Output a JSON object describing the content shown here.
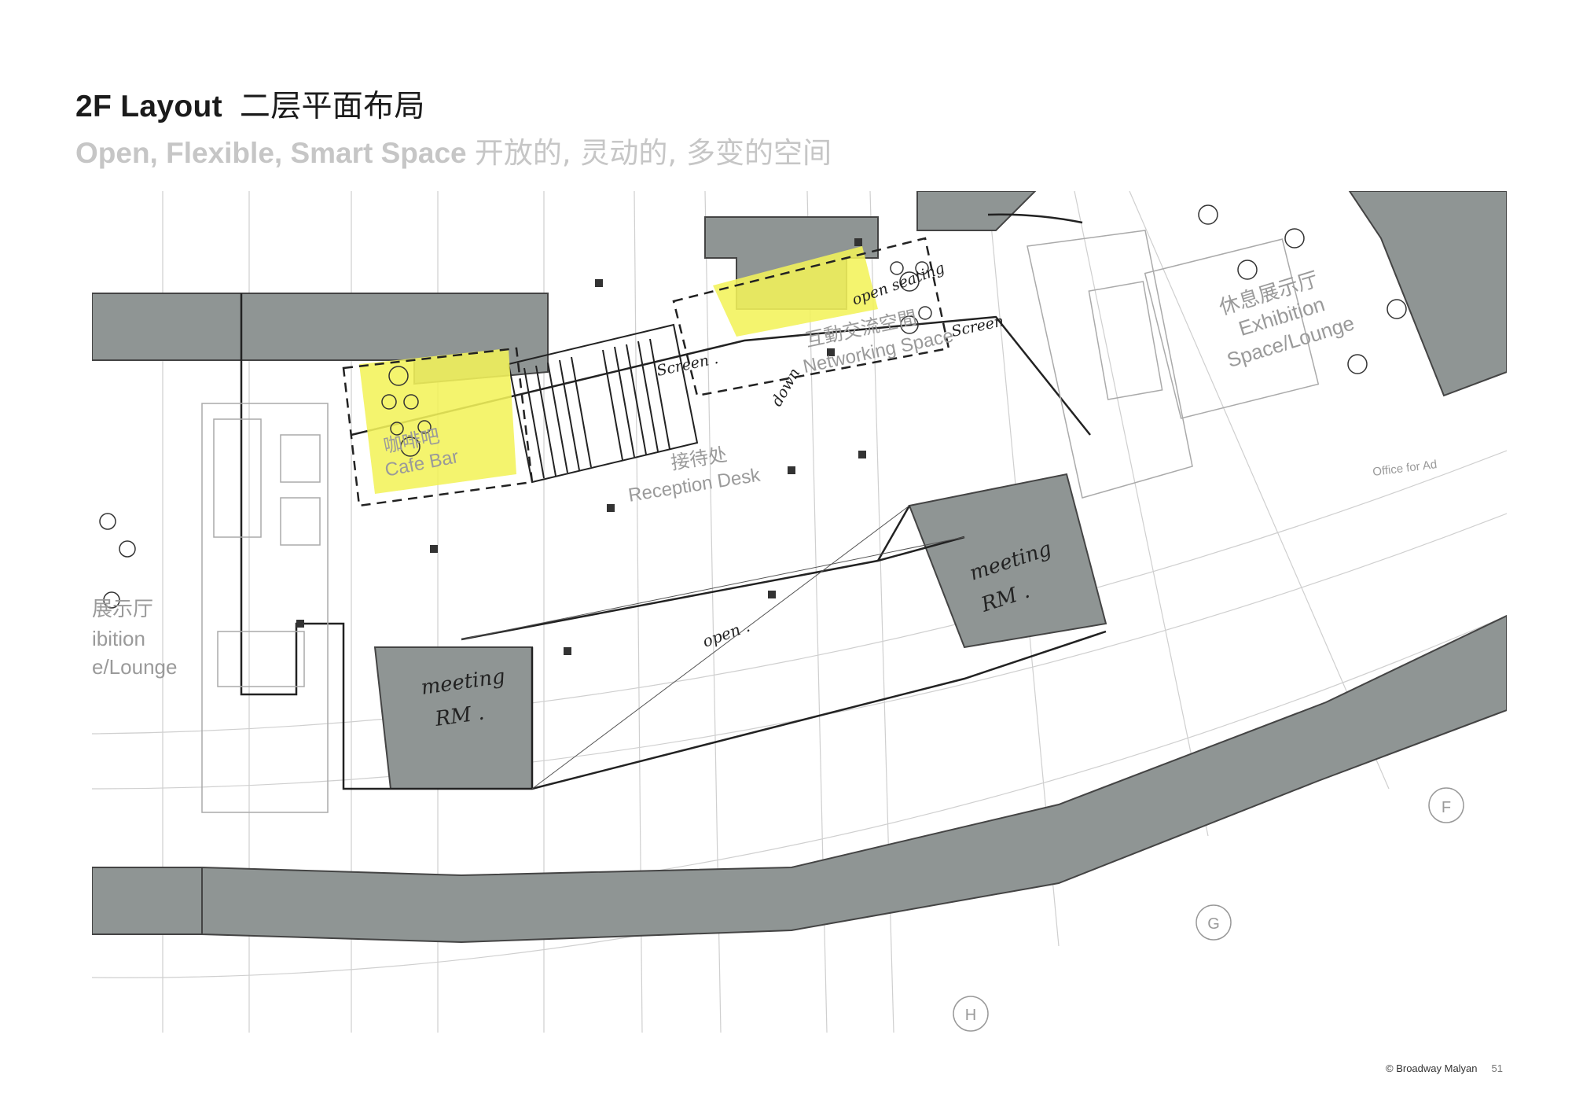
{
  "header": {
    "title": "2F Layout",
    "title_cn": "二层平面布局",
    "subtitle": "Open, Flexible, Smart Space",
    "subtitle_cn": "开放的, 灵动的, 多变的空间"
  },
  "plan": {
    "labels": {
      "cafe_cn": "咖啡吧",
      "cafe_en": "Cafe Bar",
      "reception_cn": "接待处",
      "reception_en": "Reception Desk",
      "networking_cn": "互動交流空間",
      "networking_en": "Networking Space",
      "exhibition_right_cn": "休息展示厅",
      "exhibition_right_en1": "Exhibition",
      "exhibition_right_en2": "Space/Lounge",
      "exhibition_left_cn": "展示厅",
      "exhibition_left_en1": "ibition",
      "exhibition_left_en2": "e/Lounge",
      "office": "Office for Ad"
    },
    "handwritten": {
      "screen_1": "Screen .",
      "screen_2": "Screen",
      "open_seating": "open seating",
      "down": "down",
      "meeting_1": "meeting",
      "rm_1": "RM .",
      "meeting_2": "meeting",
      "rm_2": "RM .",
      "open": "open ."
    },
    "grid_markers": [
      "F",
      "G",
      "H"
    ],
    "colors": {
      "highlight": "#f3f35a",
      "cladding": "#8f9594",
      "ink": "#222222",
      "linework": "#bbbbbb"
    }
  },
  "footer": {
    "copyright": "© Broadway Malyan",
    "page_number": "51"
  }
}
